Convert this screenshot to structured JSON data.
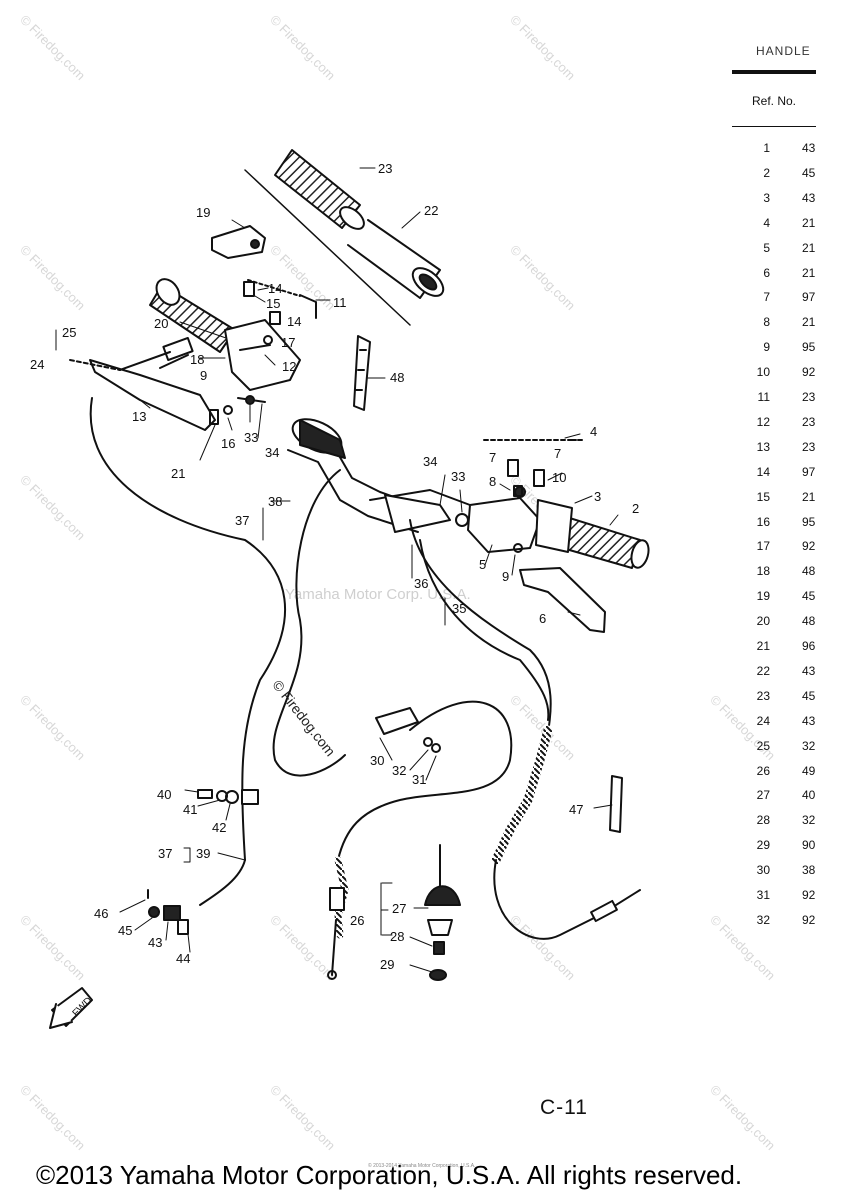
{
  "watermark": {
    "site": "© Firedog.com",
    "center": "Yamaha Motor Corp. U.S.A.",
    "mid": "© Firedog.com"
  },
  "table": {
    "heading": "HANDLE",
    "ref_header": "Ref. No.",
    "rows": [
      {
        "ref": "1",
        "part": "43"
      },
      {
        "ref": "2",
        "part": "45"
      },
      {
        "ref": "3",
        "part": "43"
      },
      {
        "ref": "4",
        "part": "21"
      },
      {
        "ref": "5",
        "part": "21"
      },
      {
        "ref": "6",
        "part": "21"
      },
      {
        "ref": "7",
        "part": "97"
      },
      {
        "ref": "8",
        "part": "21"
      },
      {
        "ref": "9",
        "part": "95"
      },
      {
        "ref": "10",
        "part": "92"
      },
      {
        "ref": "11",
        "part": "23"
      },
      {
        "ref": "12",
        "part": "23"
      },
      {
        "ref": "13",
        "part": "23"
      },
      {
        "ref": "14",
        "part": "97"
      },
      {
        "ref": "15",
        "part": "21"
      },
      {
        "ref": "16",
        "part": "95"
      },
      {
        "ref": "17",
        "part": "92"
      },
      {
        "ref": "18",
        "part": "48"
      },
      {
        "ref": "19",
        "part": "45"
      },
      {
        "ref": "20",
        "part": "48"
      },
      {
        "ref": "21",
        "part": "96"
      },
      {
        "ref": "22",
        "part": "43"
      },
      {
        "ref": "23",
        "part": "45"
      },
      {
        "ref": "24",
        "part": "43"
      },
      {
        "ref": "25",
        "part": "32"
      },
      {
        "ref": "26",
        "part": "49"
      },
      {
        "ref": "27",
        "part": "40"
      },
      {
        "ref": "28",
        "part": "32"
      },
      {
        "ref": "29",
        "part": "90"
      },
      {
        "ref": "30",
        "part": "38"
      },
      {
        "ref": "31",
        "part": "92"
      },
      {
        "ref": "32",
        "part": "92"
      }
    ]
  },
  "callouts": [
    {
      "id": "c1",
      "text": "23"
    },
    {
      "id": "c2",
      "text": "22"
    },
    {
      "id": "c3",
      "text": "19"
    },
    {
      "id": "c4",
      "text": "14"
    },
    {
      "id": "c5",
      "text": "15"
    },
    {
      "id": "c6",
      "text": "11"
    },
    {
      "id": "c7",
      "text": "14"
    },
    {
      "id": "c8",
      "text": "17"
    },
    {
      "id": "c9",
      "text": "20"
    },
    {
      "id": "c10",
      "text": "25"
    },
    {
      "id": "c11",
      "text": "24"
    },
    {
      "id": "c12",
      "text": "18"
    },
    {
      "id": "c13",
      "text": "12"
    },
    {
      "id": "c14",
      "text": "48"
    },
    {
      "id": "c15",
      "text": "9"
    },
    {
      "id": "c16",
      "text": "13"
    },
    {
      "id": "c17",
      "text": "16"
    },
    {
      "id": "c18",
      "text": "33"
    },
    {
      "id": "c19",
      "text": "34"
    },
    {
      "id": "c20",
      "text": "21"
    },
    {
      "id": "c21",
      "text": "4"
    },
    {
      "id": "c22",
      "text": "7"
    },
    {
      "id": "c23",
      "text": "7"
    },
    {
      "id": "c24",
      "text": "34"
    },
    {
      "id": "c25",
      "text": "33"
    },
    {
      "id": "c26",
      "text": "8"
    },
    {
      "id": "c27",
      "text": "10"
    },
    {
      "id": "c28",
      "text": "3"
    },
    {
      "id": "c29",
      "text": "2"
    },
    {
      "id": "c30",
      "text": "38"
    },
    {
      "id": "c31",
      "text": "37"
    },
    {
      "id": "c32",
      "text": "5"
    },
    {
      "id": "c33",
      "text": "9"
    },
    {
      "id": "c34",
      "text": "36"
    },
    {
      "id": "c35",
      "text": "35"
    },
    {
      "id": "c36",
      "text": "6"
    },
    {
      "id": "c37",
      "text": "30"
    },
    {
      "id": "c38",
      "text": "32"
    },
    {
      "id": "c39",
      "text": "31"
    },
    {
      "id": "c40",
      "text": "40"
    },
    {
      "id": "c41",
      "text": "41"
    },
    {
      "id": "c42",
      "text": "42"
    },
    {
      "id": "c43",
      "text": "47"
    },
    {
      "id": "c44",
      "text": "37"
    },
    {
      "id": "c45",
      "text": "39"
    },
    {
      "id": "c46",
      "text": "46"
    },
    {
      "id": "c47",
      "text": "45"
    },
    {
      "id": "c48",
      "text": "43"
    },
    {
      "id": "c49",
      "text": "44"
    },
    {
      "id": "c50",
      "text": "27"
    },
    {
      "id": "c51",
      "text": "26"
    },
    {
      "id": "c52",
      "text": "28"
    },
    {
      "id": "c53",
      "text": "29"
    }
  ],
  "fwd_label": "FWD",
  "page_id": "C-11",
  "tiny_note": "© 2013-2014 Yamaha Motor Corporation, U.S.A.",
  "copyright": "©2013 Yamaha Motor Corporation, U.S.A. All rights reserved."
}
